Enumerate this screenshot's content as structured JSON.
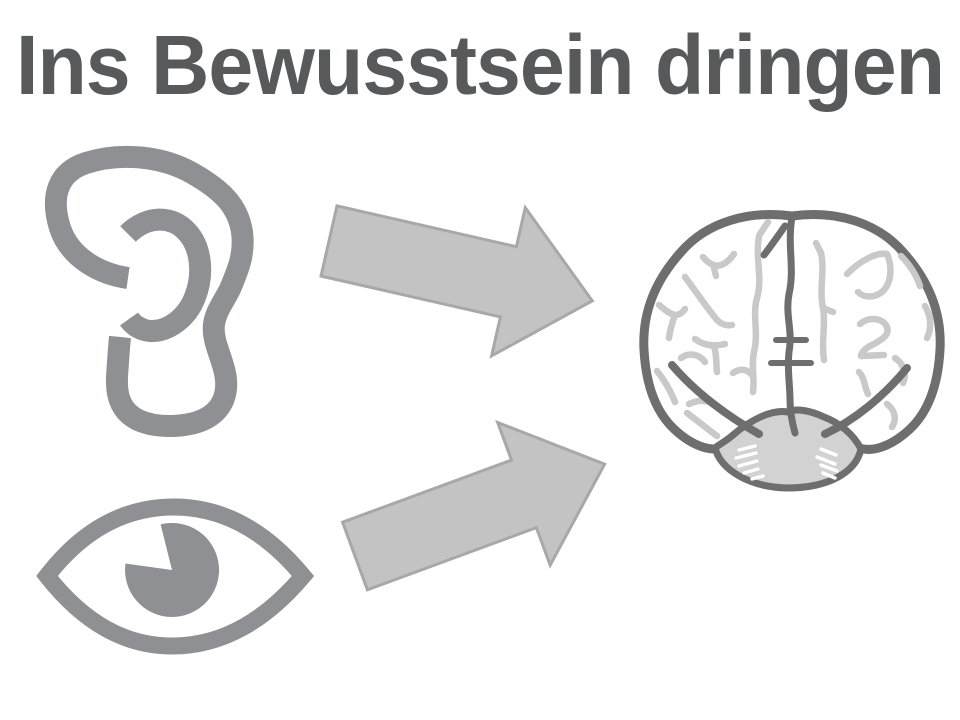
{
  "slide": {
    "title": "Ins Bewusstsein dringen"
  },
  "palette": {
    "title_color": "#58595b",
    "icon_gray": "#8e9093",
    "arrow_fill": "#c3c3c3",
    "arrow_border": "#a8a8a8",
    "brain_outline": "#6e6e6e",
    "brain_gyri": "#c9c9c9",
    "cerebellum_fill": "#d2d2d2",
    "background": "#ffffff"
  },
  "diagram": {
    "icons": [
      {
        "id": "ear-icon"
      },
      {
        "id": "eye-icon"
      },
      {
        "id": "brain-icon"
      }
    ],
    "arrows": [
      {
        "id": "arrow-ear-to-brain",
        "from": "ear-icon",
        "to": "brain-icon"
      },
      {
        "id": "arrow-eye-to-brain",
        "from": "eye-icon",
        "to": "brain-icon"
      }
    ]
  }
}
